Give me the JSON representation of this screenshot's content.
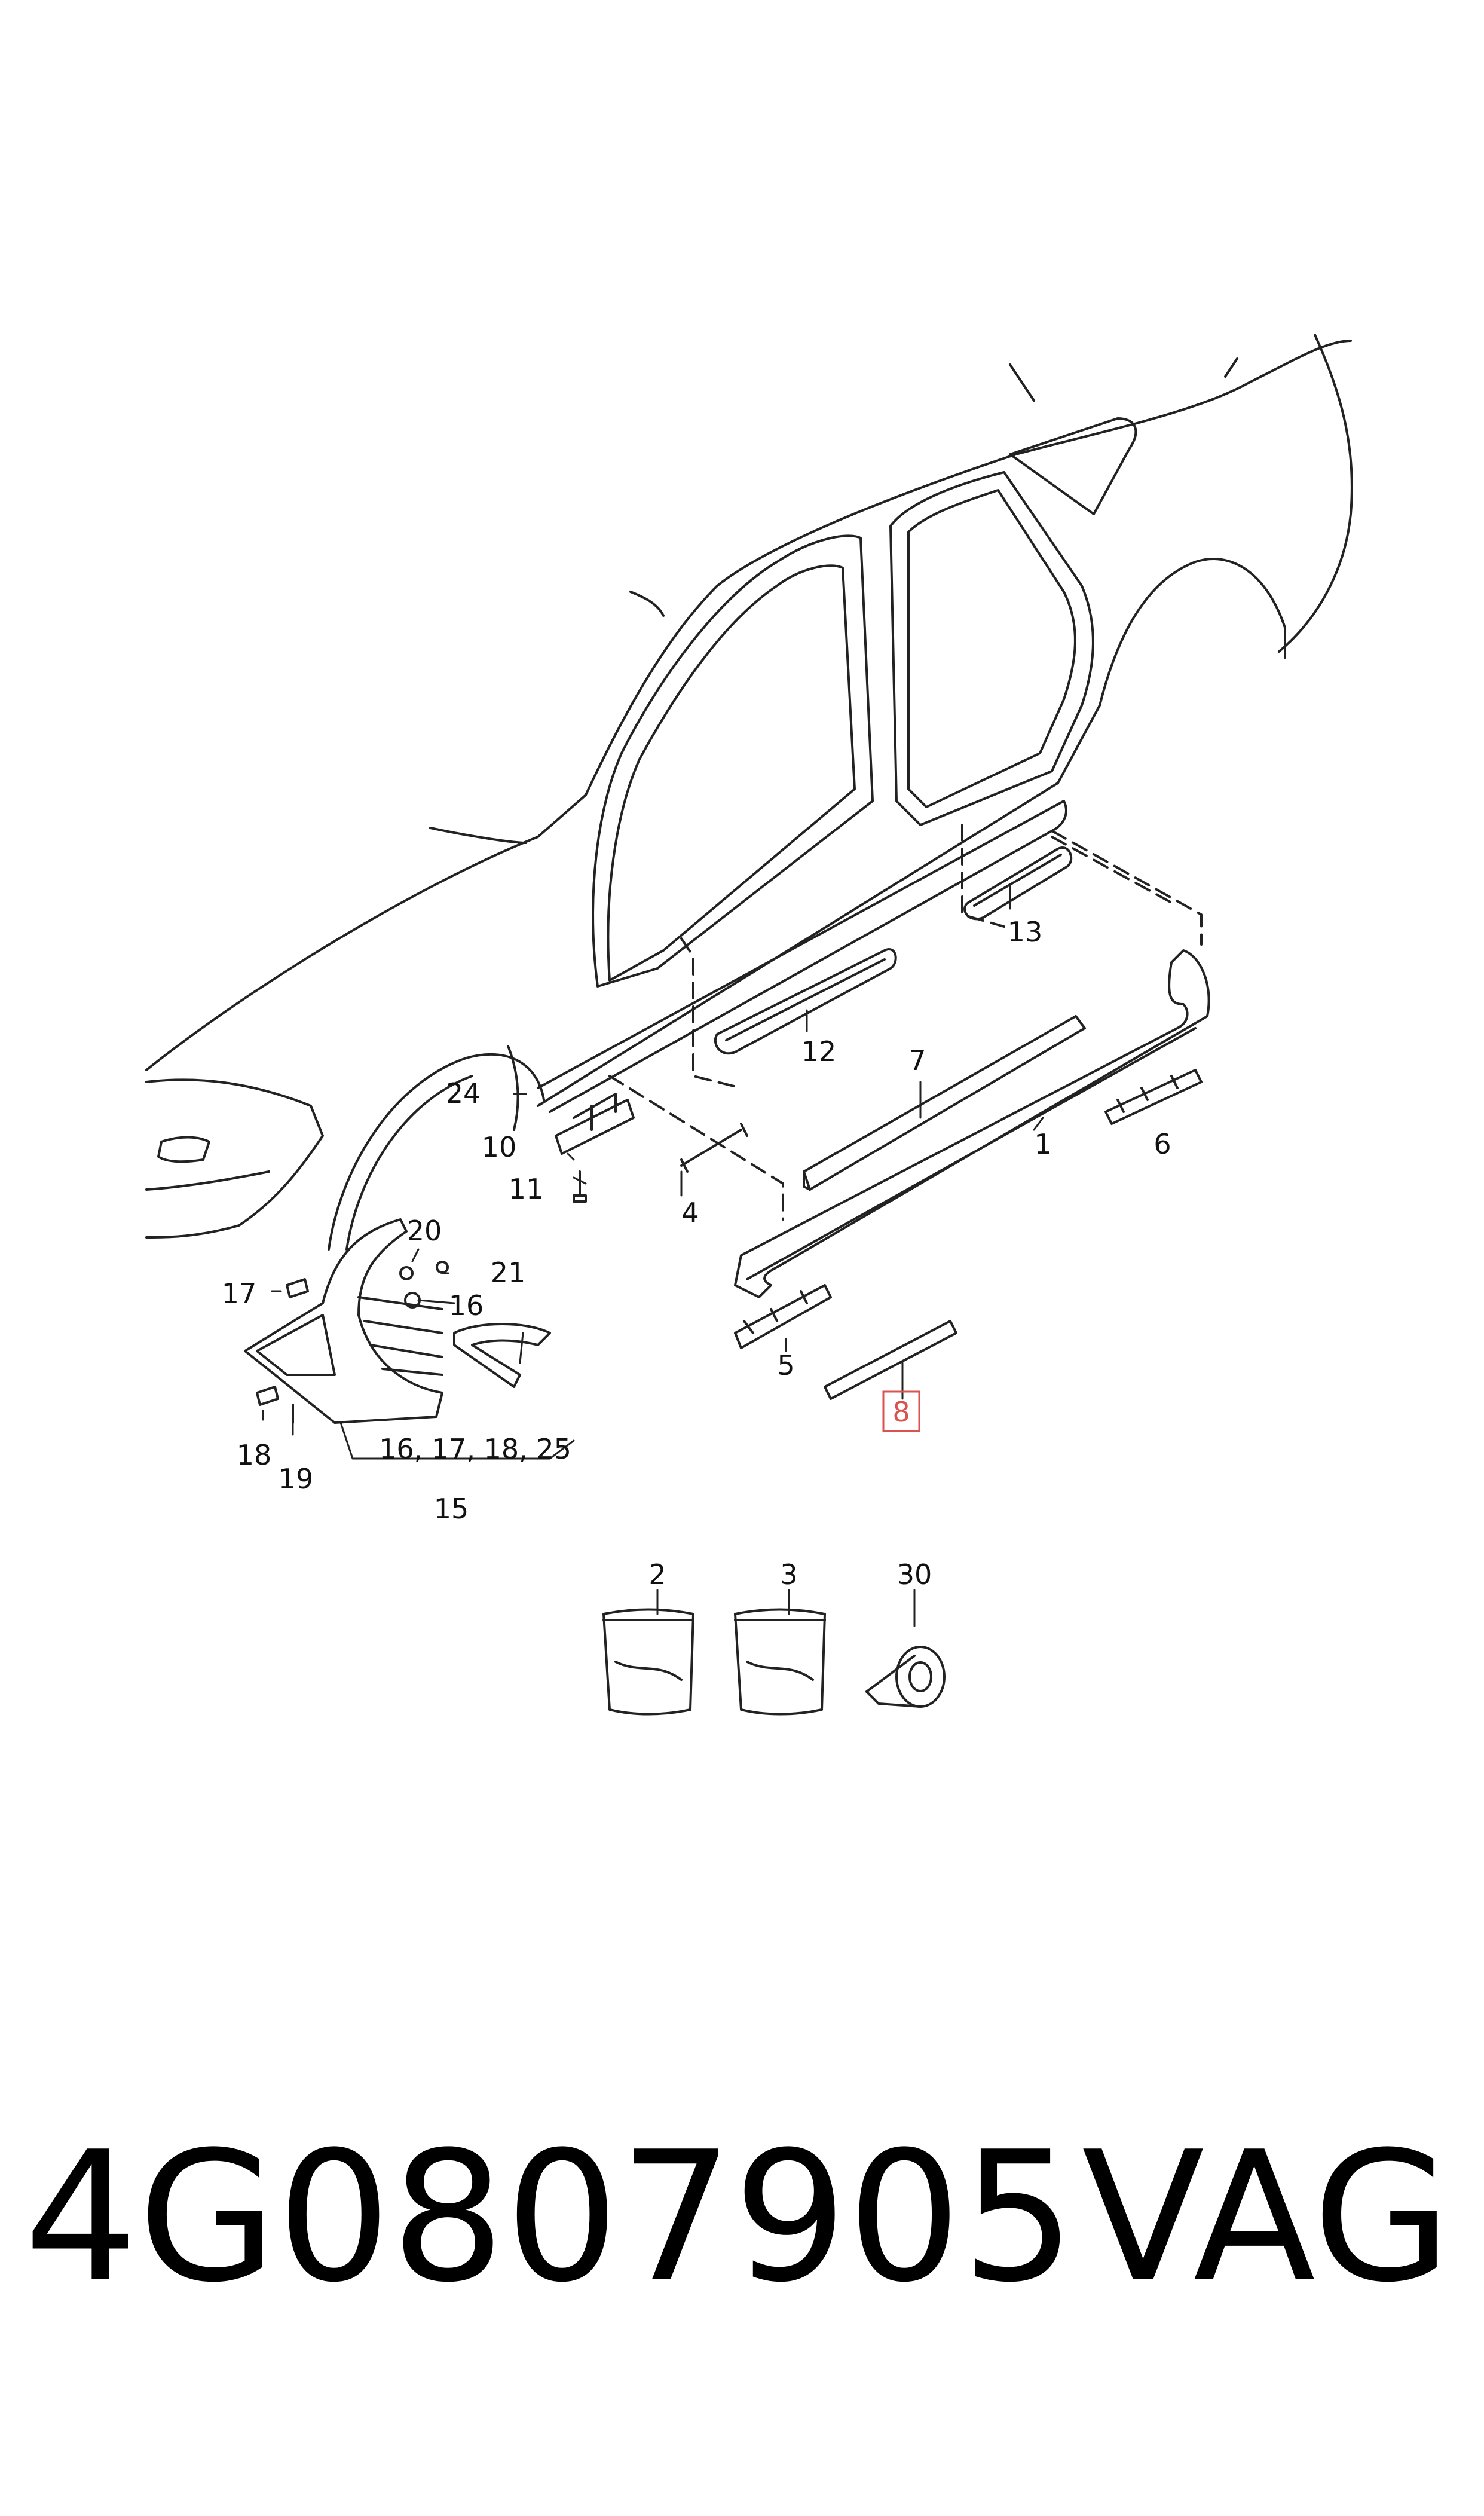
{
  "callouts": {
    "c1": "1",
    "c2": "2",
    "c3": "3",
    "c4": "4",
    "c5": "5",
    "c6": "6",
    "c7": "7",
    "c8": "8",
    "c10": "10",
    "c11": "11",
    "c12": "12",
    "c13": "13",
    "c15": "15",
    "c16": "16",
    "c16b": "16, 17, 18, 25",
    "c17": "17",
    "c18": "18",
    "c19": "19",
    "c20": "20",
    "c21": "21",
    "c24": "24",
    "c30": "30"
  },
  "highlight_color": "#d9534f",
  "footer": {
    "part_number": "4G0807905",
    "brand": "VAG"
  }
}
